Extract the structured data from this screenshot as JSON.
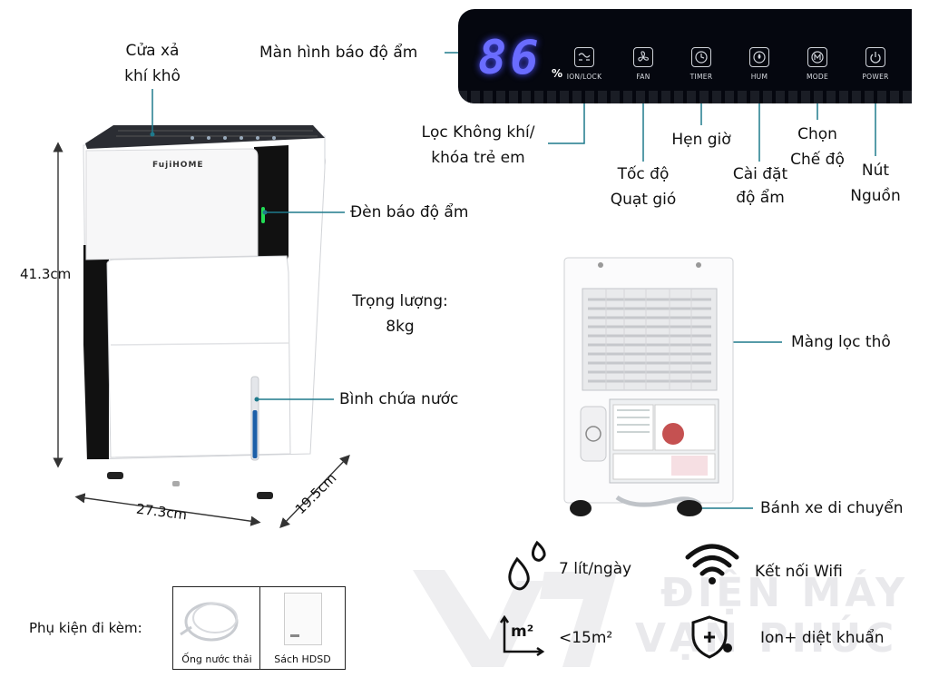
{
  "labels": {
    "air_outlet": [
      "Cửa xả",
      "khí khô"
    ],
    "display": "Màn hình báo độ ẩm",
    "ion_lock": [
      "Lọc Không khí/",
      "khóa trẻ em"
    ],
    "fan_speed": [
      "Tốc độ",
      "Quạt gió"
    ],
    "timer": "Hẹn giờ",
    "humidity_set": [
      "Cài đặt",
      "độ ẩm"
    ],
    "mode": [
      "Chọn",
      "Chế độ"
    ],
    "power": [
      "Nút",
      "Nguồn"
    ],
    "humidity_led": "Đèn báo độ ẩm",
    "weight": [
      "Trọng lượng:",
      "8kg"
    ],
    "water_tank": "Bình chứa nước",
    "filter": "Màng lọc thô",
    "wheels": "Bánh xe di chuyển",
    "accessories": "Phụ kiện đi kèm:"
  },
  "dimensions": {
    "height": "41.3cm",
    "width": "27.3cm",
    "depth": "19.5cm"
  },
  "brand": "FujiHOME",
  "panel": {
    "humidity_value": "86",
    "unit": "%",
    "buttons": [
      "ION/LOCK",
      "FAN",
      "TIMER",
      "HUM",
      "MODE",
      "POWER"
    ]
  },
  "features": [
    {
      "icon": "water-drops-icon",
      "text": "7 lít/ngày"
    },
    {
      "icon": "wifi-icon",
      "text": "Kết nối Wifi"
    },
    {
      "icon": "area-m2-icon",
      "icon_text": "m²",
      "text": "<15m²"
    },
    {
      "icon": "shield-virus-icon",
      "text": "Ion+ diệt khuẩn"
    }
  ],
  "accessories_items": [
    "Ống nước thải",
    "Sách HDSD"
  ],
  "watermark": [
    "ĐIỆN MÁY",
    "VẠN PHÚC"
  ],
  "colors": {
    "accent_line": "#1f7a8c",
    "display": "#6a6cff",
    "led": "#22dd55"
  }
}
